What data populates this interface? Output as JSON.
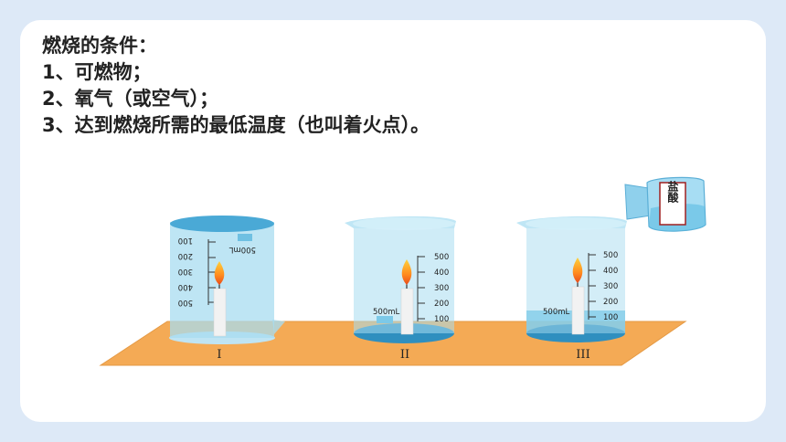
{
  "slide": {
    "heading": "燃烧的条件：",
    "conditions": [
      "1、可燃物；",
      "2、氧气（或空气）；",
      "3、达到燃烧所需的最低温度（也叫着火点）。"
    ]
  },
  "experiment": {
    "beakers": [
      {
        "label": "I",
        "volume_label": "500mL",
        "scale": [
          "100",
          "200",
          "300",
          "400",
          "500"
        ],
        "inverted": true
      },
      {
        "label": "II",
        "volume_label": "500mL",
        "scale": [
          "500",
          "400",
          "300",
          "200",
          "100"
        ],
        "inverted": false
      },
      {
        "label": "III",
        "volume_label": "500mL",
        "scale": [
          "500",
          "400",
          "300",
          "200",
          "100"
        ],
        "inverted": false
      }
    ],
    "bottle_label": "盐酸"
  },
  "colors": {
    "background": "#dde9f7",
    "table": "#f4aa55",
    "water": "#5bbde3",
    "glass": "#a8dcf0"
  }
}
